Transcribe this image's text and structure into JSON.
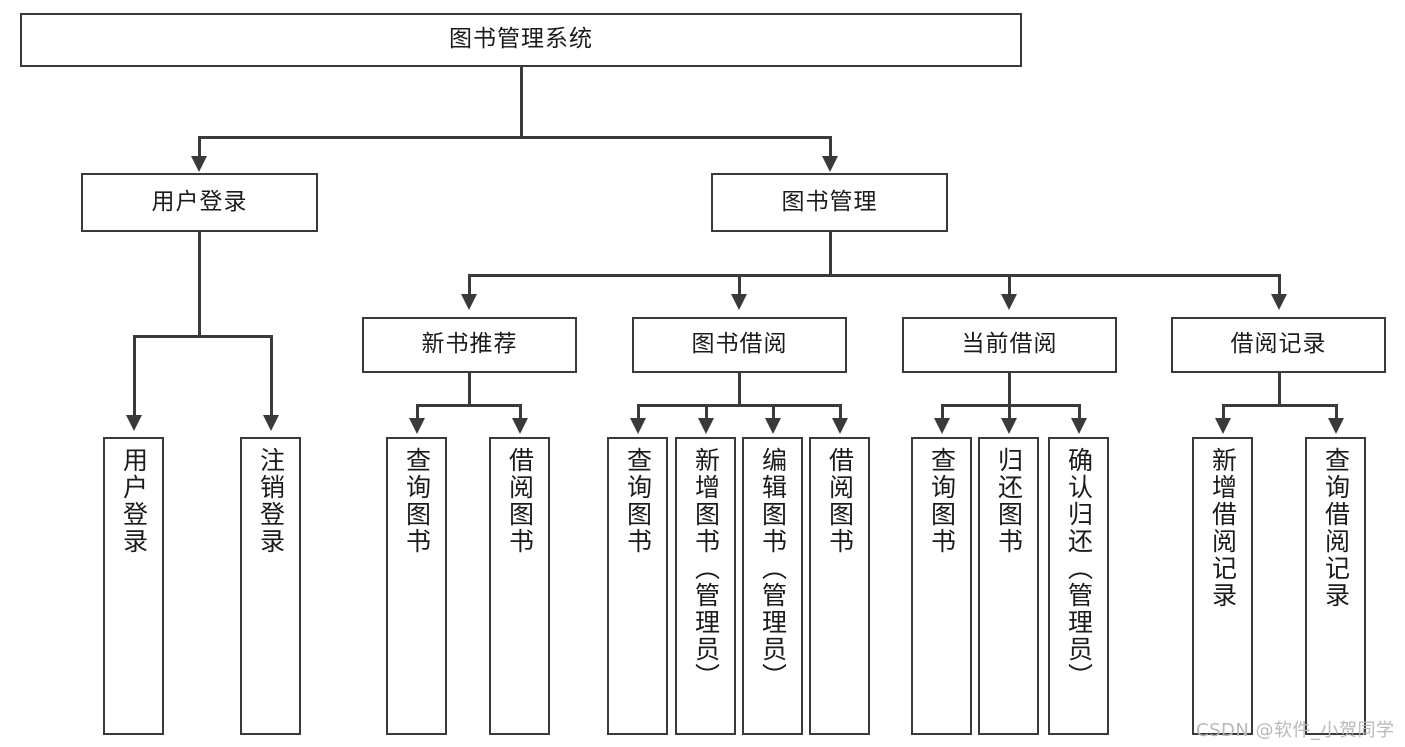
{
  "diagram": {
    "title": "图书管理系统",
    "type": "functional-decomposition-tree",
    "root": {
      "label": "图书管理系统"
    },
    "level2": [
      {
        "label": "用户登录"
      },
      {
        "label": "图书管理"
      }
    ],
    "level3": [
      {
        "label": "新书推荐"
      },
      {
        "label": "图书借阅"
      },
      {
        "label": "当前借阅"
      },
      {
        "label": "借阅记录"
      }
    ],
    "leaves": {
      "user_login": [
        {
          "label": "用户登录"
        },
        {
          "label": "注销登录"
        }
      ],
      "new_book_recommend": [
        {
          "label": "查询图书"
        },
        {
          "label": "借阅图书"
        }
      ],
      "book_borrow": [
        {
          "label": "查询图书"
        },
        {
          "label": "新增图书（管理员）"
        },
        {
          "label": "编辑图书（管理员）"
        },
        {
          "label": "借阅图书"
        }
      ],
      "current_borrow": [
        {
          "label": "查询图书"
        },
        {
          "label": "归还图书"
        },
        {
          "label": "确认归还（管理员）"
        }
      ],
      "borrow_record": [
        {
          "label": "新增借阅记录"
        },
        {
          "label": "查询借阅记录"
        }
      ]
    }
  },
  "watermark": {
    "text": "CSDN @软件_小贺同学"
  },
  "colors": {
    "stroke": "#3a3a3a",
    "background": "#ffffff",
    "text": "#1b1b1b",
    "watermark": "#b9b9b9"
  }
}
